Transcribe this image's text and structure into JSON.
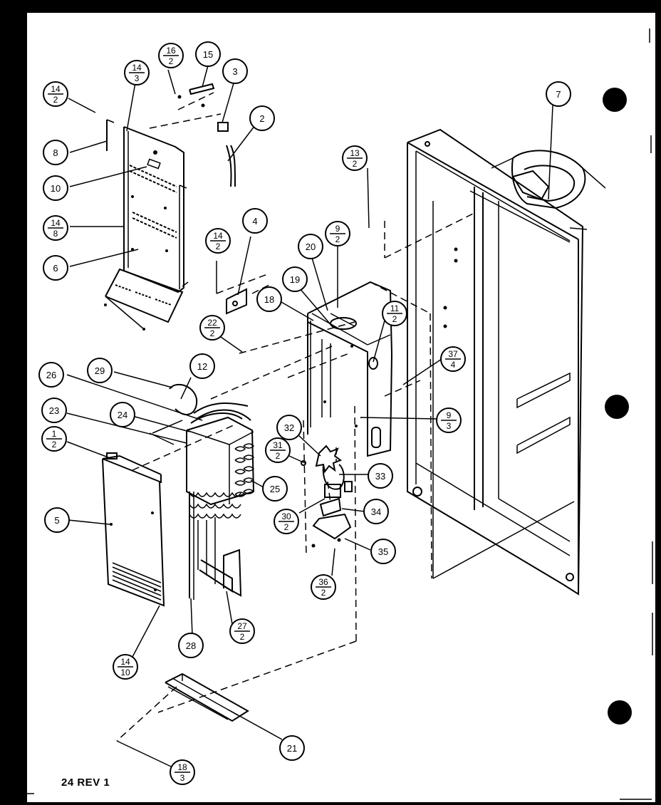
{
  "footer": {
    "label": "24 REV 1"
  },
  "callouts": [
    {
      "id": "c15",
      "num": "15"
    },
    {
      "id": "c16",
      "num": "16",
      "den": "2"
    },
    {
      "id": "c14a",
      "num": "14",
      "den": "3"
    },
    {
      "id": "c14b",
      "num": "14",
      "den": "2"
    },
    {
      "id": "c3",
      "num": "3"
    },
    {
      "id": "c2",
      "num": "2"
    },
    {
      "id": "c8",
      "num": "8"
    },
    {
      "id": "c10",
      "num": "10"
    },
    {
      "id": "c14c",
      "num": "14",
      "den": "8"
    },
    {
      "id": "c6",
      "num": "6"
    },
    {
      "id": "c7",
      "num": "7"
    },
    {
      "id": "c13",
      "num": "13",
      "den": "2"
    },
    {
      "id": "c4",
      "num": "4"
    },
    {
      "id": "c14d",
      "num": "14",
      "den": "2"
    },
    {
      "id": "c20",
      "num": "20"
    },
    {
      "id": "c9a",
      "num": "9",
      "den": "2"
    },
    {
      "id": "c19",
      "num": "19"
    },
    {
      "id": "c18",
      "num": "18"
    },
    {
      "id": "c11",
      "num": "11",
      "den": "2"
    },
    {
      "id": "c22",
      "num": "22",
      "den": "2"
    },
    {
      "id": "c37",
      "num": "37",
      "den": "4"
    },
    {
      "id": "c26",
      "num": "26"
    },
    {
      "id": "c29",
      "num": "29"
    },
    {
      "id": "c12",
      "num": "12"
    },
    {
      "id": "c23",
      "num": "23"
    },
    {
      "id": "c24",
      "num": "24"
    },
    {
      "id": "c1",
      "num": "1",
      "den": "2"
    },
    {
      "id": "c9b",
      "num": "9",
      "den": "3"
    },
    {
      "id": "c32",
      "num": "32"
    },
    {
      "id": "c31",
      "num": "31",
      "den": "2"
    },
    {
      "id": "c33",
      "num": "33"
    },
    {
      "id": "c25",
      "num": "25"
    },
    {
      "id": "c5",
      "num": "5"
    },
    {
      "id": "c30",
      "num": "30",
      "den": "2"
    },
    {
      "id": "c34",
      "num": "34"
    },
    {
      "id": "c35",
      "num": "35"
    },
    {
      "id": "c36",
      "num": "36",
      "den": "2"
    },
    {
      "id": "c27",
      "num": "27",
      "den": "2"
    },
    {
      "id": "c28",
      "num": "28"
    },
    {
      "id": "c14e",
      "num": "14",
      "den": "10"
    },
    {
      "id": "c21",
      "num": "21"
    },
    {
      "id": "c18b",
      "num": "18",
      "den": "3"
    }
  ]
}
